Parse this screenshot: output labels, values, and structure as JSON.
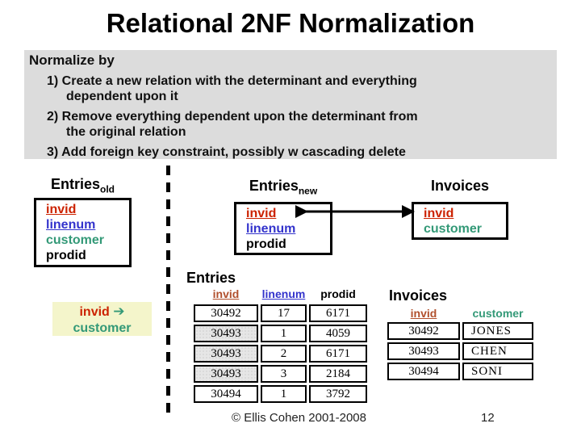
{
  "title": "Relational 2NF Normalization",
  "instructions": {
    "heading": "Normalize by",
    "items": [
      {
        "line1": "1) Create a new relation with the determinant and everything",
        "line2": "dependent upon it"
      },
      {
        "line1": "2) Remove everything dependent upon the determinant from",
        "line2": "the original relation"
      },
      {
        "line1": "3) Add foreign key constraint, possibly w cascading delete",
        "line2": ""
      }
    ]
  },
  "schemas": {
    "entries_old": {
      "name": "Entries",
      "sub": "old",
      "attrs": {
        "a1": "invid",
        "a2": "linenum",
        "a3": "customer",
        "a4": "prodid"
      }
    },
    "entries_new": {
      "name": "Entries",
      "sub": "new",
      "attrs": {
        "a1": "invid",
        "a2": "linenum",
        "a3": "prodid"
      }
    },
    "invoices": {
      "name": "Invoices",
      "attrs": {
        "a1": "invid",
        "a2": "customer"
      }
    }
  },
  "fd_note": {
    "determinant": "invid",
    "arrow": "➔",
    "dependent": "customer"
  },
  "entries_table": {
    "title": "Entries",
    "headers": {
      "c1": "invid",
      "c2": "linenum",
      "c3": "prodid"
    },
    "rows": [
      [
        "30492",
        "17",
        "6171"
      ],
      [
        "30493",
        "1",
        "4059"
      ],
      [
        "30493",
        "2",
        "6171"
      ],
      [
        "30493",
        "3",
        "2184"
      ],
      [
        "30494",
        "1",
        "3792"
      ]
    ]
  },
  "invoices_table": {
    "title": "Invoices",
    "headers": {
      "c1": "invid",
      "c2": "customer"
    },
    "rows": [
      [
        "30492",
        "JONES"
      ],
      [
        "30493",
        "CHEN"
      ],
      [
        "30494",
        "SONI"
      ]
    ]
  },
  "footer": {
    "copyright": "© Ellis Cohen 2001-2008",
    "page": "12"
  },
  "colors": {
    "key_red": "#cc2200",
    "ref_blue": "#3333cc",
    "dependent_teal": "#339977",
    "table_header_red": "#b1502d",
    "panel_gray": "#dcdcdc",
    "note_yellow": "#f4f5cb"
  }
}
